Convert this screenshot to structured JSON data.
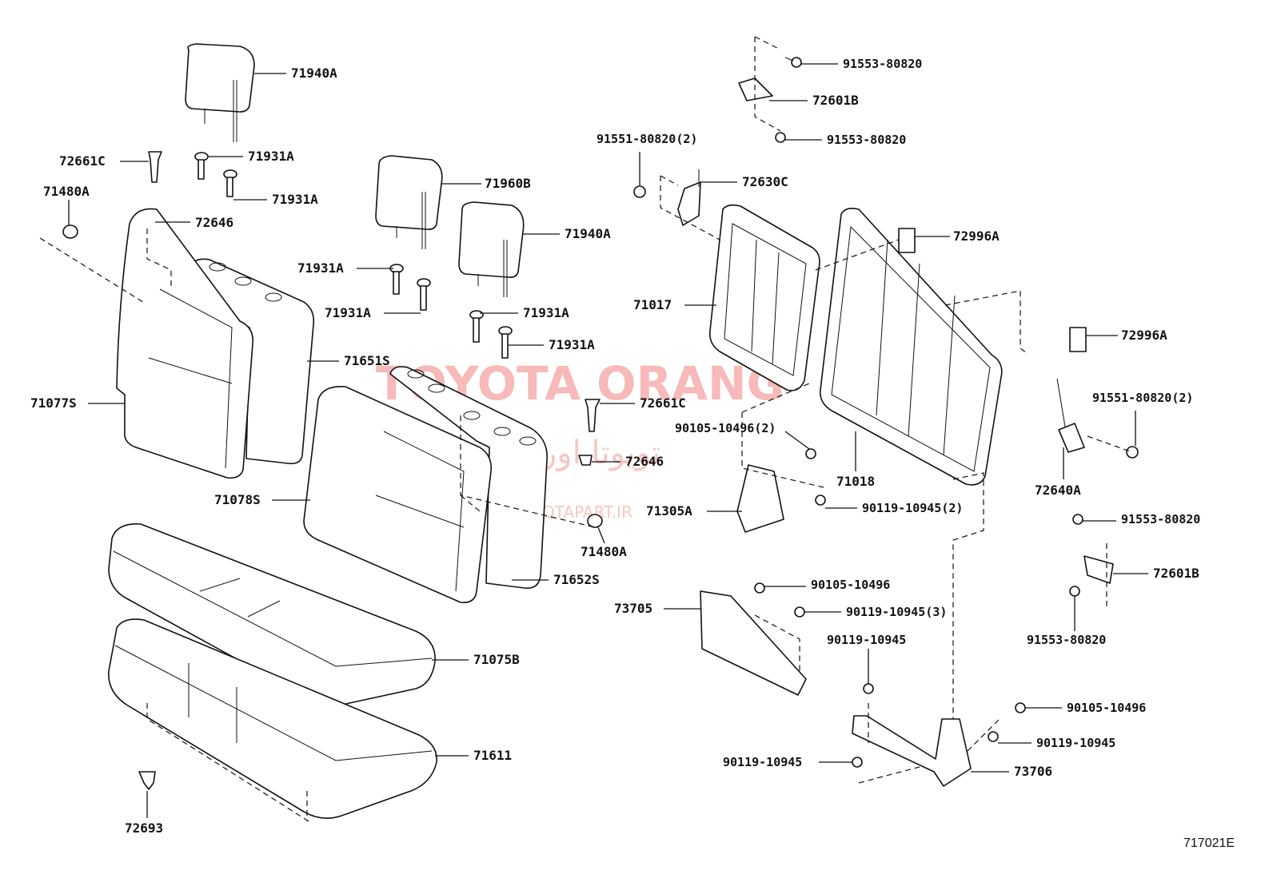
{
  "diagram_code": "717021E",
  "watermark": {
    "brand": "TOYOTA ORANG",
    "farsi": "تویوتا اورنگ",
    "url": "TOYOTAPART.IR"
  },
  "parts": {
    "p71940A_1": "71940A",
    "p72661C_1": "72661C",
    "p71931A_1": "71931A",
    "p71931A_2": "71931A",
    "p71480A_1": "71480A",
    "p72646_1": "72646",
    "p71960B": "71960B",
    "p71940A_2": "71940A",
    "p71931A_3": "71931A",
    "p71931A_4": "71931A",
    "p71931A_5": "71931A",
    "p71931A_6": "71931A",
    "p71651S": "71651S",
    "p71077S": "71077S",
    "p72661C_2": "72661C",
    "p72646_2": "72646",
    "p71078S": "71078S",
    "p71480A_2": "71480A",
    "p71652S": "71652S",
    "p71075B": "71075B",
    "p71611": "71611",
    "p72693": "72693",
    "b91553_1": "91553-80820",
    "p72601B_1": "72601B",
    "b91553_2": "91553-80820",
    "b91551_1": "91551-80820(2)",
    "p72630C": "72630C",
    "p72996A_1": "72996A",
    "p71017": "71017",
    "p72996A_2": "72996A",
    "b91551_2": "91551-80820(2)",
    "b90105_1": "90105-10496(2)",
    "p71018": "71018",
    "p72640A": "72640A",
    "p71305A": "71305A",
    "b90119_1": "90119-10945(2)",
    "b91553_3": "91553-80820",
    "p72601B_2": "72601B",
    "b90105_2": "90105-10496",
    "p73705": "73705",
    "b90119_2": "90119-10945(3)",
    "b91553_4": "91553-80820",
    "b90119_3": "90119-10945",
    "b90105_3": "90105-10496",
    "b90119_4": "90119-10945",
    "b90119_5": "90119-10945",
    "p73706": "73706"
  }
}
